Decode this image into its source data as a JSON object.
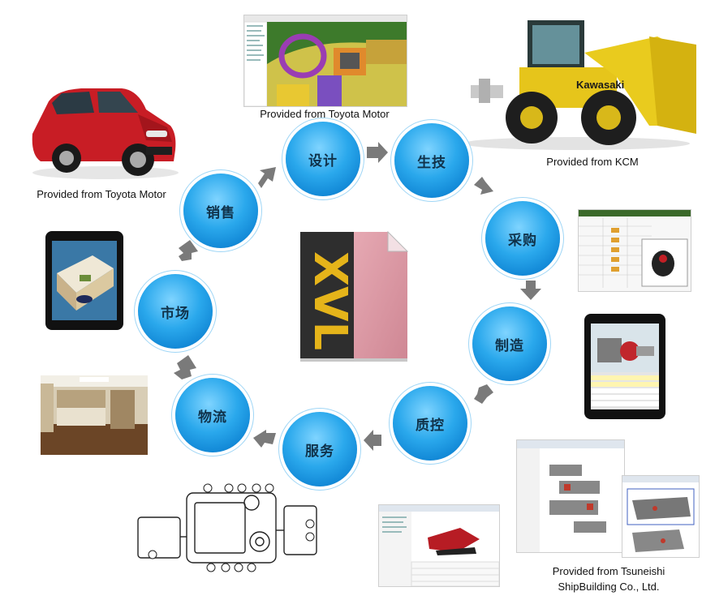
{
  "center_logo": {
    "text": "XVL",
    "colors": {
      "dark": "#3a3a3a",
      "pink": "#d9939f",
      "gold": "#e5b41a"
    }
  },
  "nodes": [
    {
      "label": "设计"
    },
    {
      "label": "生技"
    },
    {
      "label": "采购"
    },
    {
      "label": "制造"
    },
    {
      "label": "质控"
    },
    {
      "label": "服务"
    },
    {
      "label": "物流"
    },
    {
      "label": "市场"
    },
    {
      "label": "销售"
    }
  ],
  "captions": {
    "car": "Provided from Toyota Motor",
    "interior": "Provided from Toyota Motor",
    "loader": "Provided from KCM",
    "ship_line1": "Provided from Tsuneishi",
    "ship_line2": "ShipBuilding Co., Ltd."
  },
  "loader_brand": "Kawasaki",
  "accent_colors": {
    "node": "#1e9be3",
    "arrow": "#7a7a7a"
  }
}
